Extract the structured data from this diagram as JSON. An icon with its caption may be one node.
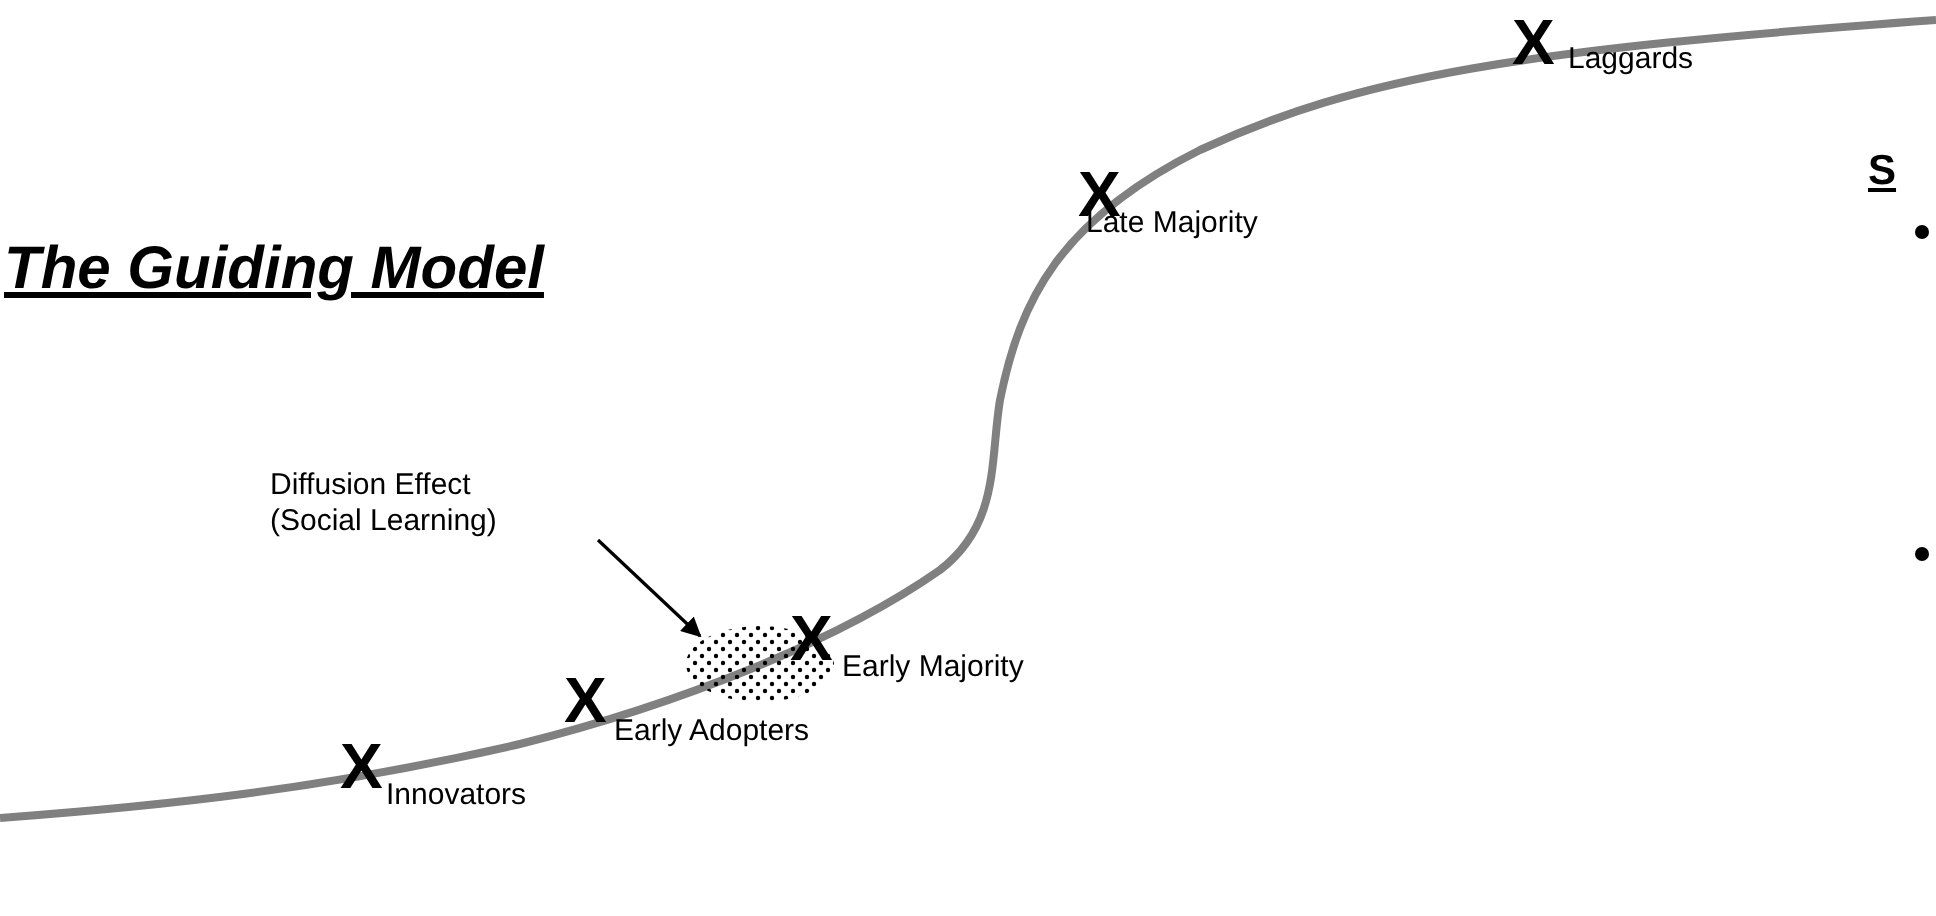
{
  "diagram": {
    "title": "The Guiding Model",
    "nodes": [
      {
        "text": [
          "Diffusion Effect (Social Learning)"
        ]
      },
      {
        "text": [],
        "shape": "ellipse"
      }
    ],
    "edges": [
      {
        "from": 0,
        "to": 1,
        "arrow": "to"
      }
    ],
    "labels": [
      "X",
      "Laggards",
      "S",
      "X",
      "Late Majority",
      "X",
      "Early Majority",
      "X",
      "Early Adopters",
      "X",
      "Innovators"
    ]
  }
}
